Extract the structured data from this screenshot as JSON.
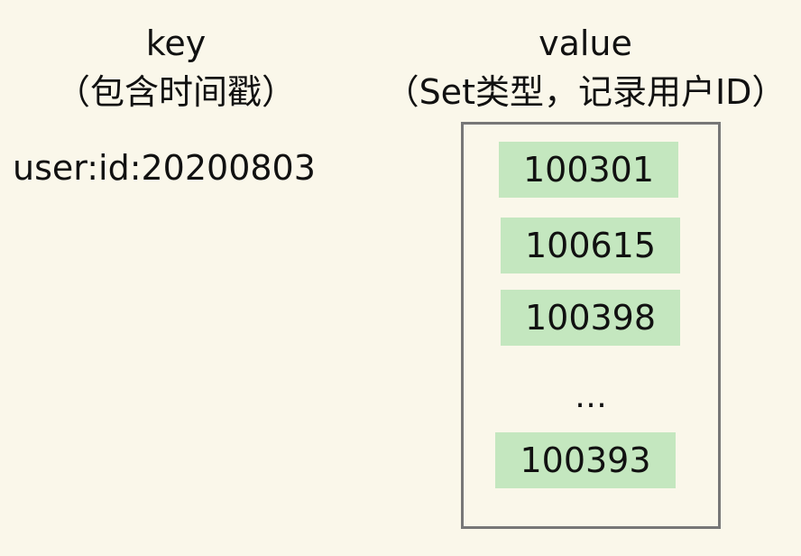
{
  "key_column": {
    "title": "key",
    "subtitle": "（包含时间戳）",
    "example": "user:id:20200803"
  },
  "value_column": {
    "title": "value",
    "subtitle": "（Set类型，记录用户ID）",
    "members": [
      "100301",
      "100615",
      "100398",
      "100393"
    ],
    "ellipsis": "…"
  },
  "colors": {
    "background": "#faf7ea",
    "member_fill": "#c4e7bf",
    "box_border": "#777777"
  }
}
